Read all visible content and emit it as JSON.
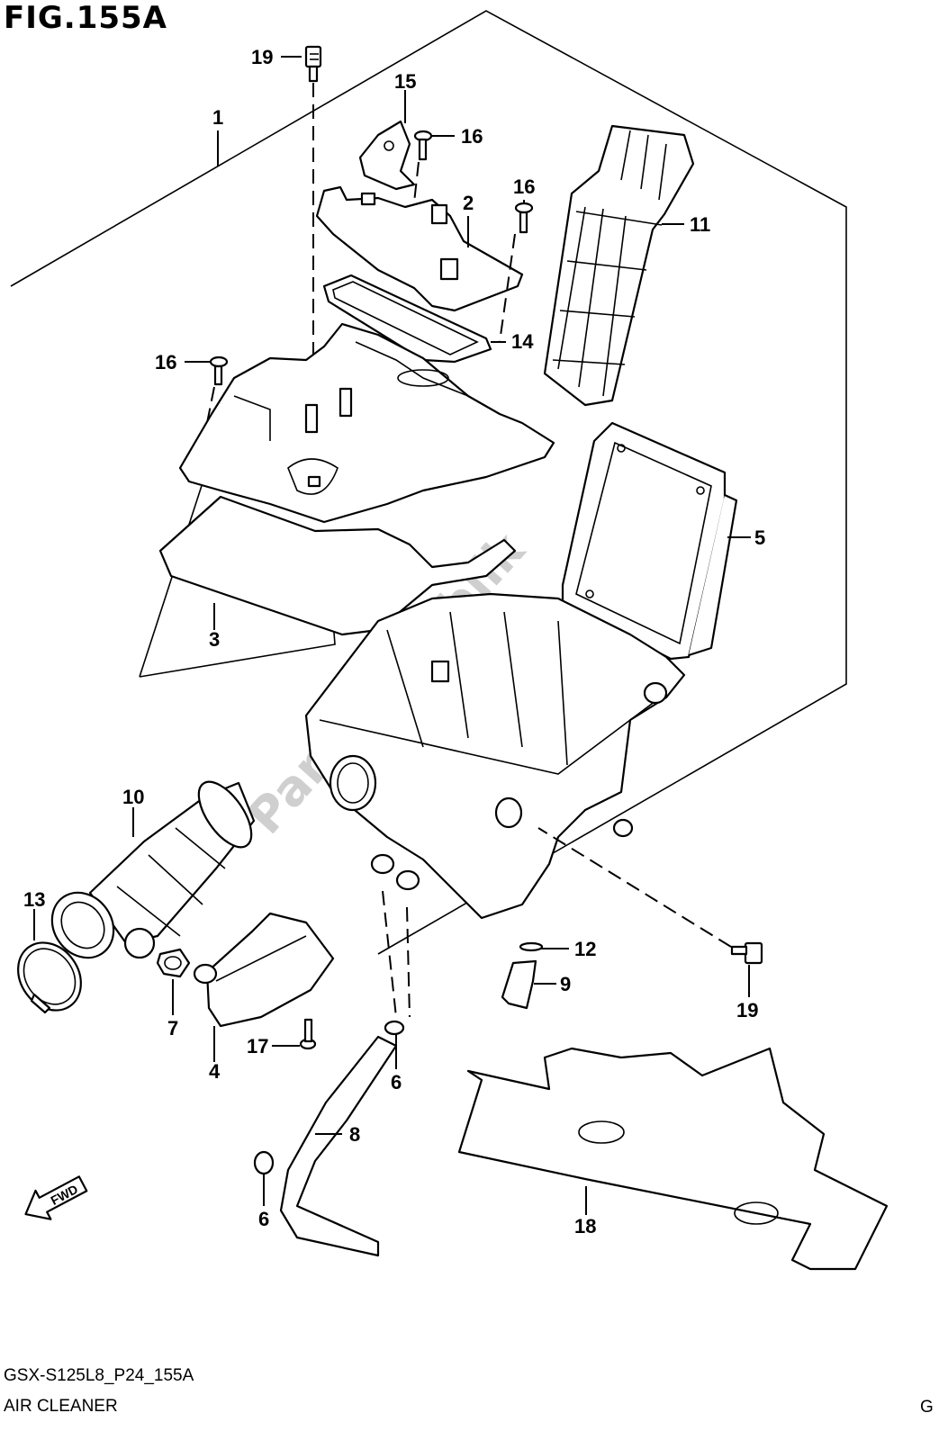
{
  "figure": {
    "title": "FIG.155A",
    "model_code": "GSX-S125L8_P24_155A",
    "caption": "AIR CLEANER",
    "corner_mark": "G",
    "watermark": "PartsRepublik",
    "fwd_label": "FWD"
  },
  "callouts": {
    "c1": "1",
    "c2": "2",
    "c3": "3",
    "c4": "4",
    "c5": "5",
    "c6a": "6",
    "c6b": "6",
    "c7": "7",
    "c8": "8",
    "c9": "9",
    "c10": "10",
    "c11": "11",
    "c12": "12",
    "c13": "13",
    "c14": "14",
    "c15": "15",
    "c16a": "16",
    "c16b": "16",
    "c16c": "16",
    "c17": "17",
    "c18": "18",
    "c19a": "19",
    "c19b": "19"
  }
}
